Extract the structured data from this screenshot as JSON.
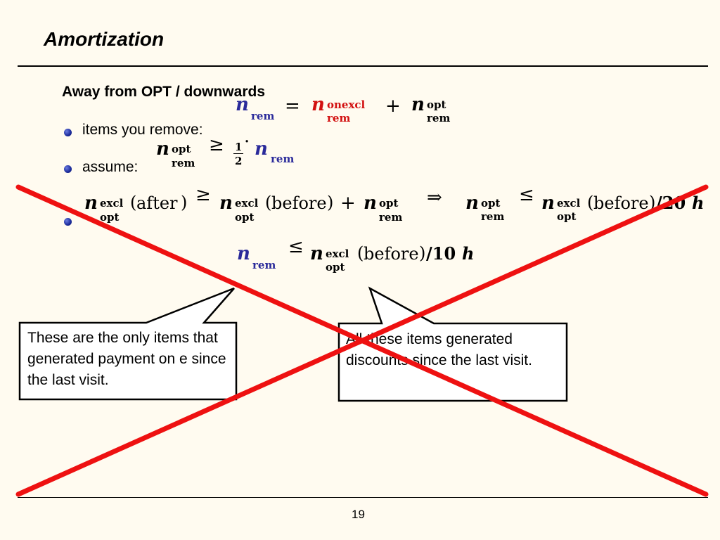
{
  "slide": {
    "title": "Amortization",
    "subtitle": "Away from OPT / downwards",
    "page_number": "19"
  },
  "bullets": [
    {
      "text": "items you remove:"
    },
    {
      "text": "assume:"
    },
    {
      "text": ""
    }
  ],
  "math": {
    "n": "n",
    "rem": "rem",
    "opt": "opt",
    "excl": "excl",
    "onexcl": "onexcl",
    "eq": "=",
    "plus": "+",
    "geq": "≥",
    "leq": "≤",
    "implies": "⇒",
    "half_num": "1",
    "half_den": "2",
    "dot": "·",
    "after": "after",
    "before": "before",
    "lparen": "(",
    "rparen": ")",
    "div_20h": "/20",
    "div_10h": "/10",
    "h": "h"
  },
  "callouts": {
    "left": "These are the only items that generated payment on e since the last visit.",
    "right": "All these items generated discounts since the last visit."
  },
  "colors": {
    "background": "#fffbf0",
    "cross": "#ee1111",
    "bullet": "#1a2a9a",
    "n_rem_blue": "#2a2a9a",
    "onexcl_red": "#d21010"
  }
}
